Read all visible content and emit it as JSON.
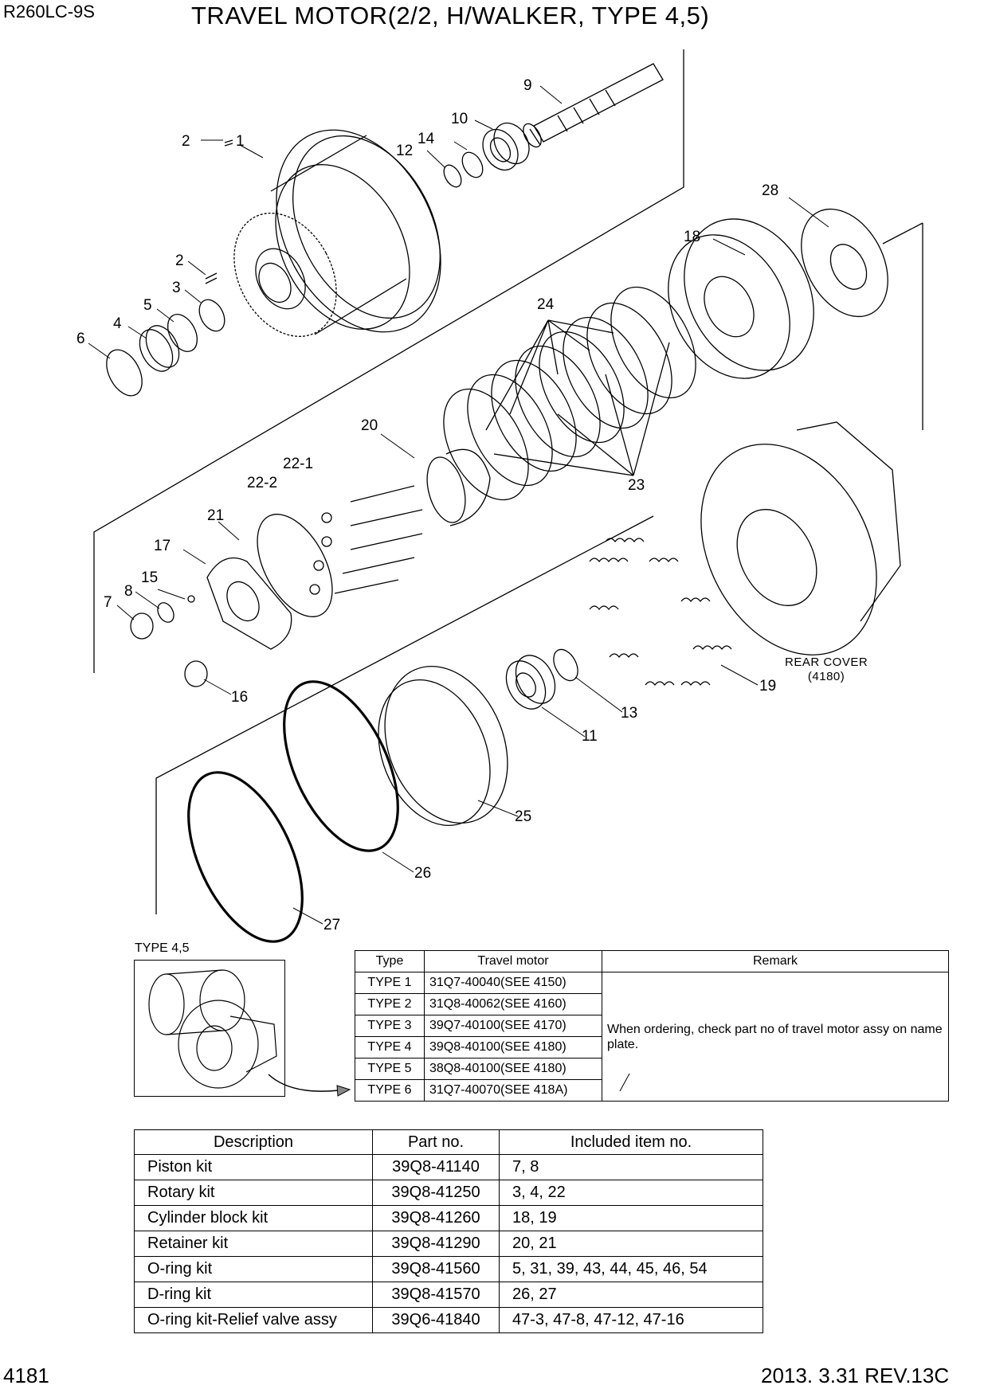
{
  "header": {
    "model": "R260LC-9S",
    "title": "TRAVEL MOTOR(2/2, H/WALKER, TYPE 4,5)"
  },
  "footer": {
    "page_number": "4181",
    "revision": "2013. 3.31  REV.13C"
  },
  "callouts": [
    "9",
    "10",
    "14",
    "12",
    "2",
    "1",
    "28",
    "18",
    "2",
    "3",
    "5",
    "4",
    "6",
    "24",
    "20",
    "22-1",
    "22-2",
    "21",
    "23",
    "17",
    "15",
    "8",
    "7",
    "16",
    "19",
    "13",
    "11",
    "25",
    "26",
    "27"
  ],
  "rear_cover": {
    "line1": "REAR COVER",
    "line2": "(4180)"
  },
  "type_section": {
    "label": "TYPE 4,5",
    "headers": [
      "Type",
      "Travel motor",
      "Remark"
    ],
    "rows": [
      {
        "type": "TYPE 1",
        "motor": "31Q7-40040(SEE 4150)"
      },
      {
        "type": "TYPE 2",
        "motor": "31Q8-40062(SEE 4160)"
      },
      {
        "type": "TYPE 3",
        "motor": "39Q7-40100(SEE 4170)"
      },
      {
        "type": "TYPE 4",
        "motor": "39Q8-40100(SEE 4180)"
      },
      {
        "type": "TYPE 5",
        "motor": "38Q8-40100(SEE 4180)"
      },
      {
        "type": "TYPE 6",
        "motor": "31Q7-40070(SEE 418A)"
      }
    ],
    "remark": "When ordering, check part no of travel motor assy on name plate."
  },
  "kit_table": {
    "headers": [
      "Description",
      "Part no.",
      "Included item no."
    ],
    "rows": [
      {
        "description": "Piston kit",
        "part_no": "39Q8-41140",
        "items": "7, 8"
      },
      {
        "description": "Rotary kit",
        "part_no": "39Q8-41250",
        "items": "3, 4, 22"
      },
      {
        "description": "Cylinder block kit",
        "part_no": "39Q8-41260",
        "items": "18, 19"
      },
      {
        "description": "Retainer kit",
        "part_no": "39Q8-41290",
        "items": "20, 21"
      },
      {
        "description": "O-ring kit",
        "part_no": "39Q8-41560",
        "items": "5, 31, 39, 43, 44, 45, 46, 54"
      },
      {
        "description": "D-ring kit",
        "part_no": "39Q8-41570",
        "items": "26, 27"
      },
      {
        "description": "O-ring kit-Relief valve assy",
        "part_no": "39Q6-41840",
        "items": "47-3, 47-8, 47-12, 47-16"
      }
    ]
  }
}
